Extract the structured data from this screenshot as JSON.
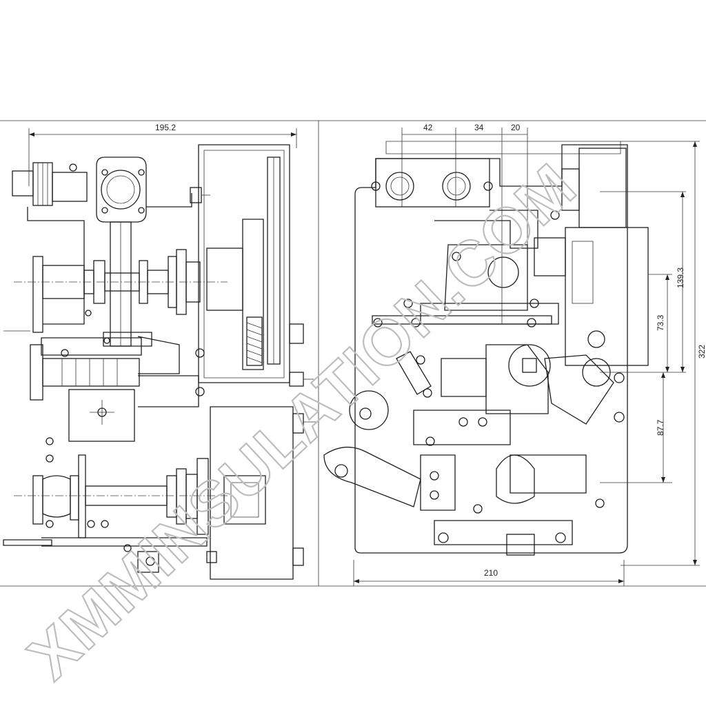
{
  "left_view": {
    "overall_width_label": "195.2"
  },
  "right_view": {
    "top_dims": [
      "42",
      "34",
      "20"
    ],
    "overall_width_label": "210",
    "right_dims": [
      "139.3",
      "73.3",
      "322",
      "87.7"
    ]
  },
  "watermark": {
    "text": "XMMINSULATION.COM",
    "color": "#bdbdbd"
  },
  "colors": {
    "line": "#1e1e1e",
    "background": "#ffffff"
  }
}
